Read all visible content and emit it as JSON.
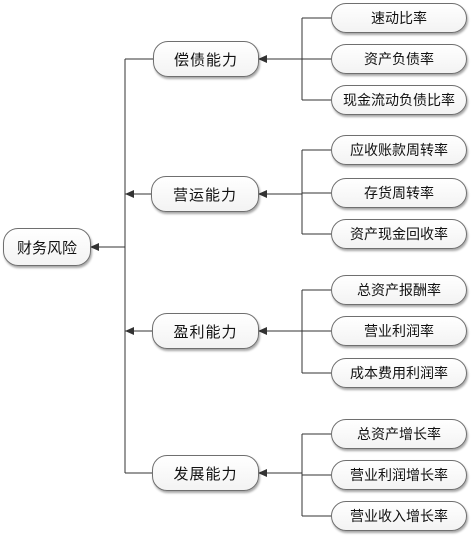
{
  "diagram": {
    "root": {
      "label": "财务风险"
    },
    "groups": [
      {
        "label": "偿债能力",
        "items": [
          "速动比率",
          "资产负债率",
          "现金流动负债比率"
        ]
      },
      {
        "label": "营运能力",
        "items": [
          "应收账款周转率",
          "存货周转率",
          "资产现金回收率"
        ]
      },
      {
        "label": "盈利能力",
        "items": [
          "总资产报酬率",
          "营业利润率",
          "成本费用利润率"
        ]
      },
      {
        "label": "发展能力",
        "items": [
          "总资产增长率",
          "营业利润增长率",
          "营业收入增长率"
        ]
      }
    ],
    "colors": {
      "line": "#333333",
      "node_border": "#6f6f6f",
      "node_fill": "#ffffff"
    }
  }
}
